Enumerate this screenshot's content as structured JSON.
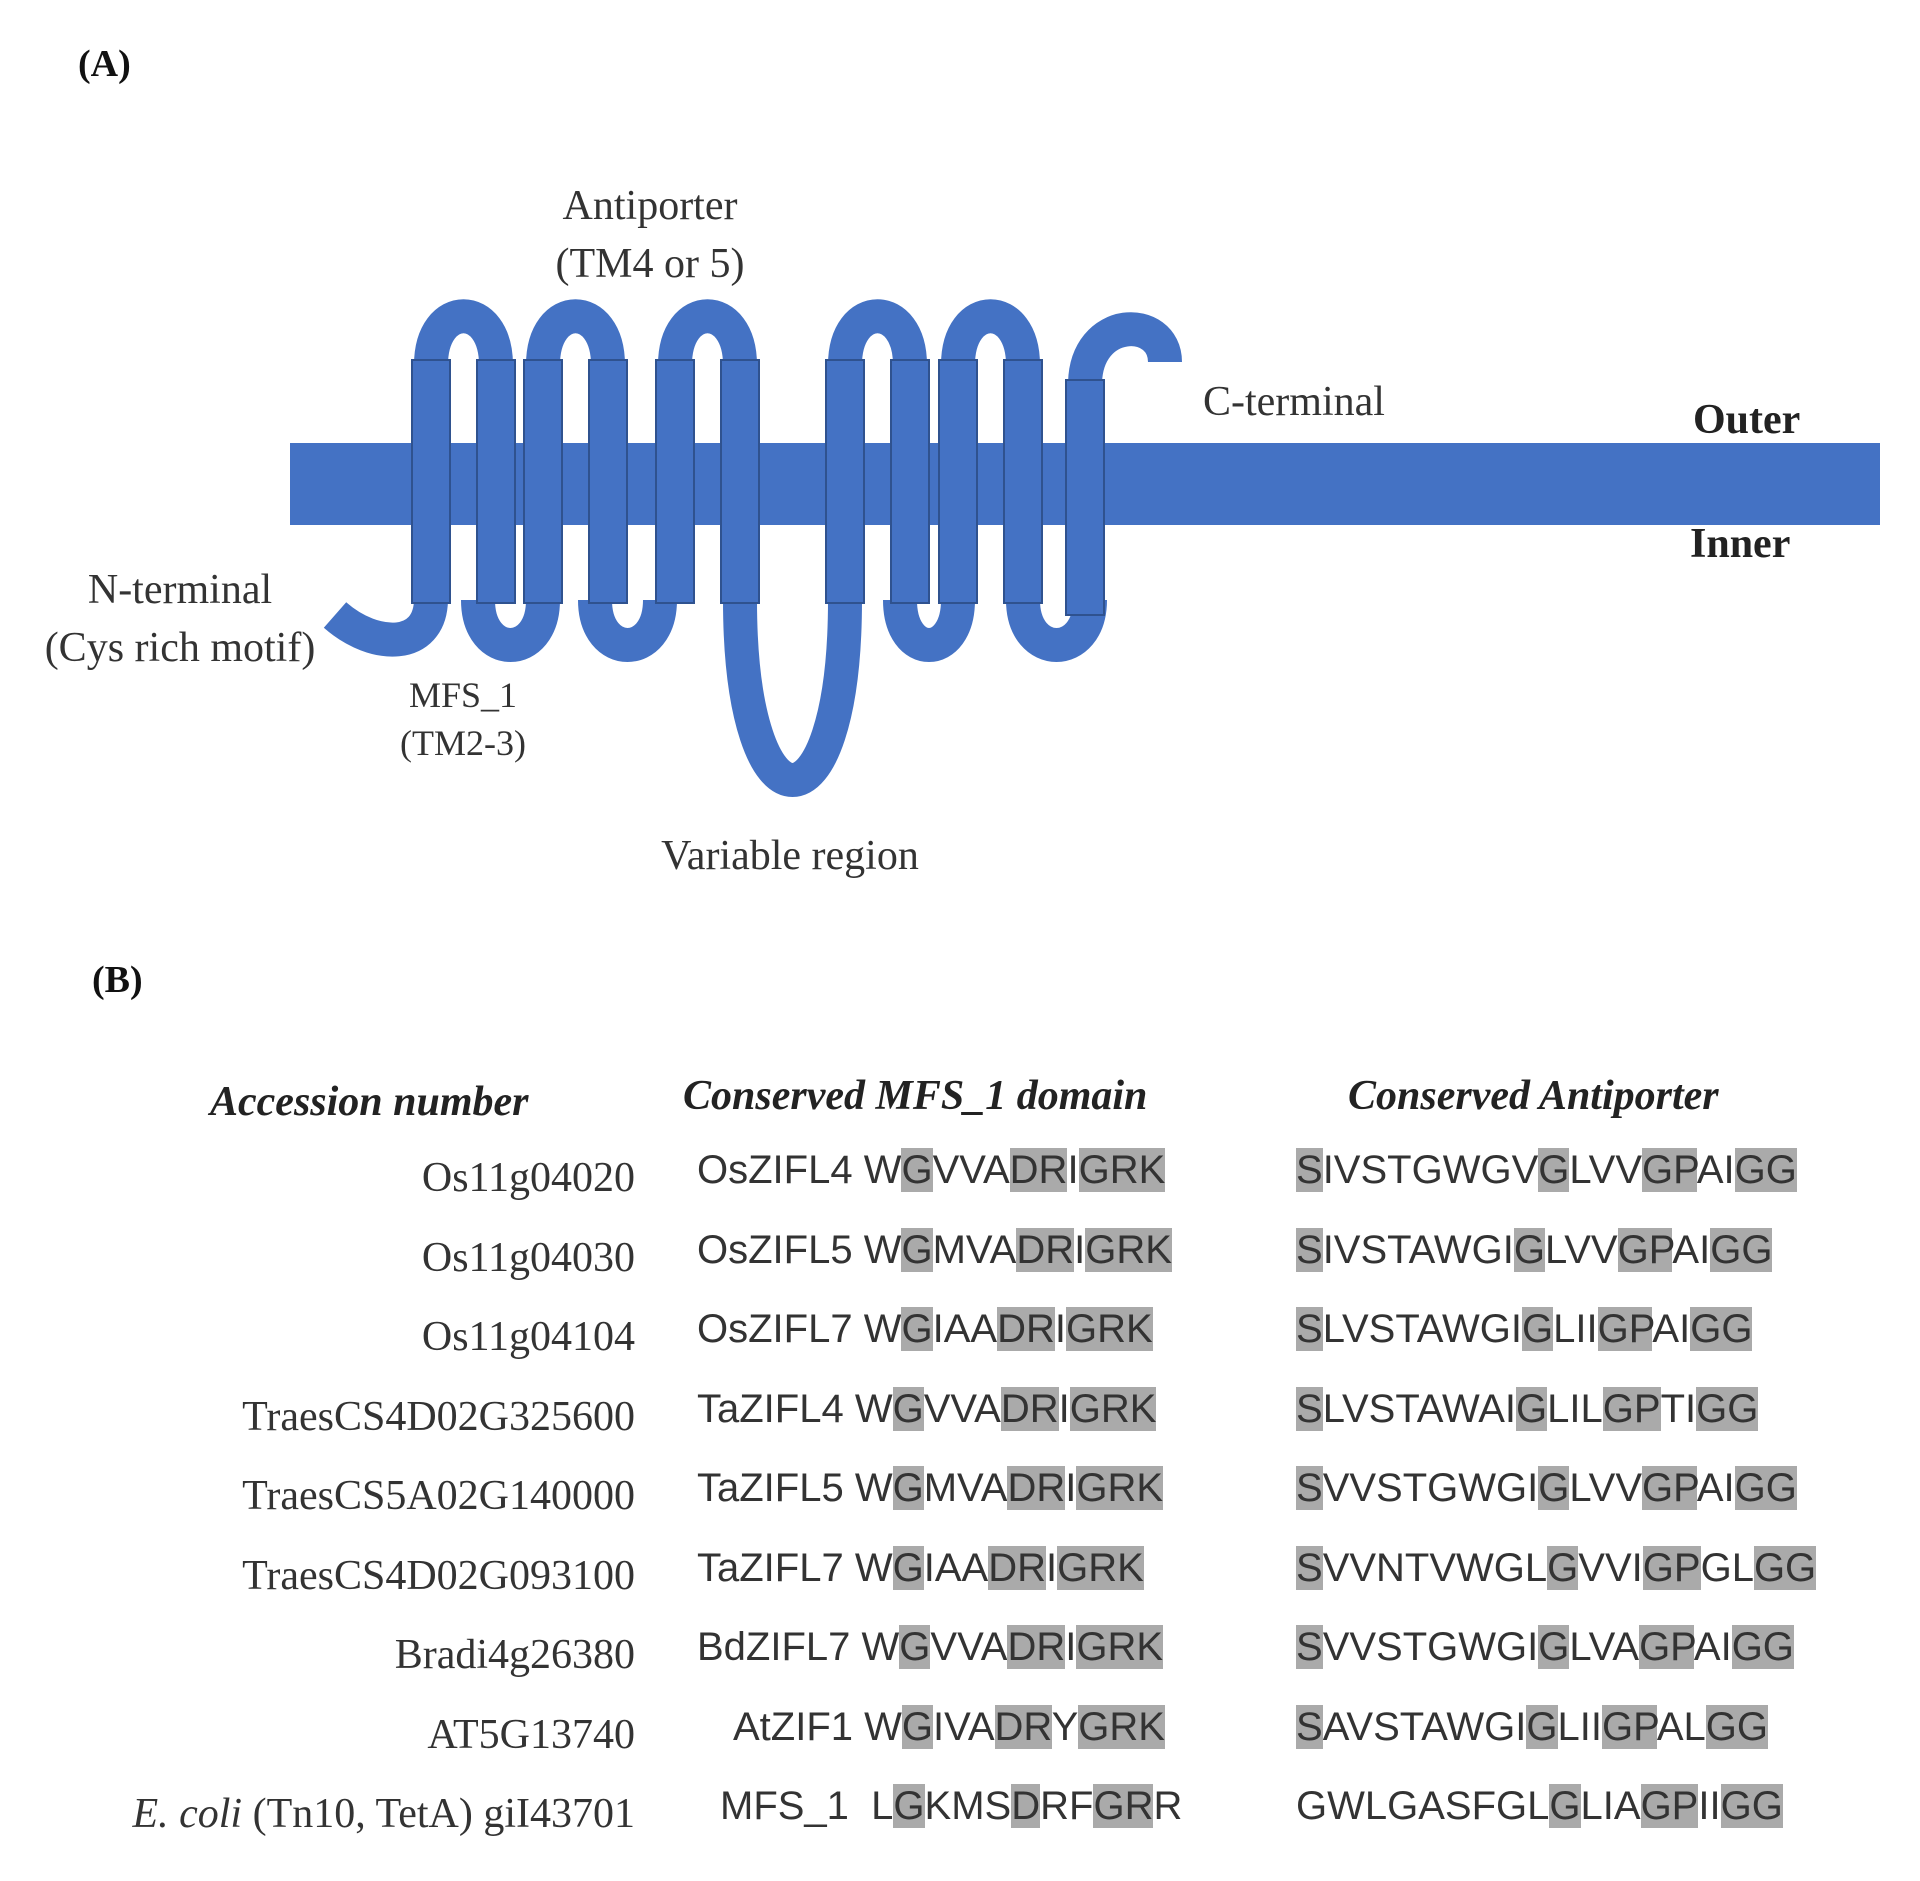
{
  "panel_a": {
    "label": "(A)",
    "antiporter_line1": "Antiporter",
    "antiporter_line2": "(TM4 or 5)",
    "c_terminal": "C-terminal",
    "outer": "Outer",
    "inner": "Inner",
    "n_terminal_line1": "N-terminal",
    "n_terminal_line2": "(Cys rich motif)",
    "mfs_line1": "MFS_1",
    "mfs_line2": "(TM2-3)",
    "variable_region": "Variable region",
    "membrane_color": "#4472C4"
  },
  "panel_b": {
    "label": "(B)",
    "headers": {
      "accession": "Accession number",
      "mfs": "Conserved MFS_1 domain",
      "antiporter": "Conserved Antiporter"
    },
    "rows": [
      {
        "accession": "Os11g04020",
        "gene": "OsZIFL4",
        "mfs": [
          [
            "W",
            0
          ],
          [
            "G",
            1
          ],
          [
            "VVA",
            0
          ],
          [
            "DR",
            1
          ],
          [
            "I",
            0
          ],
          [
            "GRK",
            1
          ]
        ],
        "anti": [
          [
            "S",
            1
          ],
          [
            "IVSTGWGV",
            0
          ],
          [
            "G",
            1
          ],
          [
            "LVV",
            0
          ],
          [
            "GP",
            1
          ],
          [
            "AI",
            0
          ],
          [
            "GG",
            1
          ]
        ]
      },
      {
        "accession": "Os11g04030",
        "gene": "OsZIFL5",
        "mfs": [
          [
            "W",
            0
          ],
          [
            "G",
            1
          ],
          [
            "MVA",
            0
          ],
          [
            "DR",
            1
          ],
          [
            "I",
            0
          ],
          [
            "GRK",
            1
          ]
        ],
        "anti": [
          [
            "S",
            1
          ],
          [
            "IVSTAWGI",
            0
          ],
          [
            "G",
            1
          ],
          [
            "LVV",
            0
          ],
          [
            "GP",
            1
          ],
          [
            "AI",
            0
          ],
          [
            "GG",
            1
          ]
        ]
      },
      {
        "accession": "Os11g04104",
        "gene": "OsZIFL7",
        "mfs": [
          [
            "W",
            0
          ],
          [
            "G",
            1
          ],
          [
            "IAA",
            0
          ],
          [
            "DR",
            1
          ],
          [
            "I",
            0
          ],
          [
            "GRK",
            1
          ]
        ],
        "anti": [
          [
            "S",
            1
          ],
          [
            "LVSTAWGI",
            0
          ],
          [
            "G",
            1
          ],
          [
            "LII",
            0
          ],
          [
            "GP",
            1
          ],
          [
            "AI",
            0
          ],
          [
            "GG",
            1
          ]
        ]
      },
      {
        "accession": "TraesCS4D02G325600",
        "gene": "TaZIFL4",
        "mfs": [
          [
            "W",
            0
          ],
          [
            "G",
            1
          ],
          [
            "VVA",
            0
          ],
          [
            "DR",
            1
          ],
          [
            "I",
            0
          ],
          [
            "GRK",
            1
          ]
        ],
        "anti": [
          [
            "S",
            1
          ],
          [
            "LVSTAWAI",
            0
          ],
          [
            "G",
            1
          ],
          [
            "LIL",
            0
          ],
          [
            "GP",
            1
          ],
          [
            "TI",
            0
          ],
          [
            "GG",
            1
          ]
        ]
      },
      {
        "accession": "TraesCS5A02G140000",
        "gene": "TaZIFL5",
        "mfs": [
          [
            "W",
            0
          ],
          [
            "G",
            1
          ],
          [
            "MVA",
            0
          ],
          [
            "DR",
            1
          ],
          [
            "I",
            0
          ],
          [
            "GRK",
            1
          ]
        ],
        "anti": [
          [
            "S",
            1
          ],
          [
            "VVSTGWGI",
            0
          ],
          [
            "G",
            1
          ],
          [
            "LVV",
            0
          ],
          [
            "GP",
            1
          ],
          [
            "AI",
            0
          ],
          [
            "GG",
            1
          ]
        ]
      },
      {
        "accession": "TraesCS4D02G093100",
        "gene": "TaZIFL7",
        "mfs": [
          [
            "W",
            0
          ],
          [
            "G",
            1
          ],
          [
            "IAA",
            0
          ],
          [
            "DR",
            1
          ],
          [
            "I",
            0
          ],
          [
            "GRK",
            1
          ]
        ],
        "anti": [
          [
            "S",
            1
          ],
          [
            "VVNTVWGL",
            0
          ],
          [
            "G",
            1
          ],
          [
            "VVI",
            0
          ],
          [
            "GP",
            1
          ],
          [
            "GL",
            0
          ],
          [
            "GG",
            1
          ]
        ]
      },
      {
        "accession": "Bradi4g26380",
        "gene": "BdZIFL7",
        "mfs": [
          [
            "W",
            0
          ],
          [
            "G",
            1
          ],
          [
            "VVA",
            0
          ],
          [
            "DR",
            1
          ],
          [
            "I",
            0
          ],
          [
            "GRK",
            1
          ]
        ],
        "anti": [
          [
            "S",
            1
          ],
          [
            "VVSTGWGI",
            0
          ],
          [
            "G",
            1
          ],
          [
            "LVA",
            0
          ],
          [
            "GP",
            1
          ],
          [
            "AI",
            0
          ],
          [
            "GG",
            1
          ]
        ]
      },
      {
        "accession": "AT5G13740",
        "gene": "AtZIF1",
        "mfs": [
          [
            "W",
            0
          ],
          [
            "G",
            1
          ],
          [
            "IVA",
            0
          ],
          [
            "DR",
            1
          ],
          [
            "Y",
            0
          ],
          [
            "GRK",
            1
          ]
        ],
        "anti": [
          [
            "S",
            1
          ],
          [
            "AVSTAWGI",
            0
          ],
          [
            "G",
            1
          ],
          [
            "LII",
            0
          ],
          [
            "GP",
            1
          ],
          [
            "AL",
            0
          ],
          [
            "GG",
            1
          ]
        ]
      },
      {
        "accession_italic": "E. coli",
        "accession": " (Tn10, TetA) giI43701",
        "gene": "MFS_1",
        "mfs": [
          [
            "L",
            0
          ],
          [
            "G",
            1
          ],
          [
            "KMS",
            0
          ],
          [
            "D",
            1
          ],
          [
            "RF",
            0
          ],
          [
            "G",
            1
          ],
          [
            "R",
            1
          ],
          [
            "R",
            0
          ]
        ],
        "anti": [
          [
            "GWLGASFGL",
            0
          ],
          [
            "G",
            1
          ],
          [
            "LIA",
            0
          ],
          [
            "GP",
            1
          ],
          [
            "II",
            0
          ],
          [
            "GG",
            1
          ]
        ]
      }
    ]
  }
}
